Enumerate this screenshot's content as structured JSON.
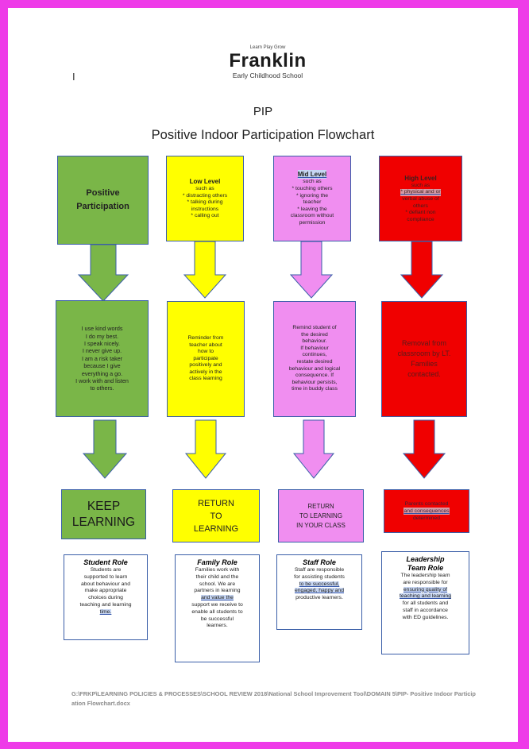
{
  "header": {
    "stray_mark": "I",
    "tagline": "Learn Play Grow",
    "logo_name": "Franklin",
    "logo_sub": "Early Childhood School",
    "acronym": "PIP",
    "title": "Positive Indoor Participation Flowchart"
  },
  "columns": [
    {
      "color": "#7ab648",
      "top": {
        "title": "Positive Participation",
        "lines": []
      },
      "middle": [
        "I use kind words",
        "I do my best.",
        "I speak nicely.",
        "I never give up.",
        "I am a risk taker",
        "because I give",
        "everything a go.",
        "I work with and listen",
        "to others."
      ],
      "outcome": [
        "KEEP",
        "LEARNING"
      ],
      "role": {
        "title": "Student Role",
        "lines": [
          "Students are",
          "supported to learn",
          "about behaviour and",
          "make appropriate",
          "choices during",
          "teaching and learning",
          "time."
        ]
      }
    },
    {
      "color": "#ffff00",
      "top": {
        "title": "Low Level",
        "lines": [
          "such as",
          "* distracting others",
          "* talking during",
          "instructions",
          "* calling out"
        ]
      },
      "middle": [
        "Reminder from",
        "teacher about",
        "how to",
        "participate",
        "positively and",
        "actively in the",
        "class learning"
      ],
      "outcome": [
        "RETURN",
        "TO",
        "LEARNING"
      ],
      "role": {
        "title": "Family Role",
        "lines": [
          "Families work with",
          "their child and the",
          "school.  We are",
          "partners in learning",
          "and value the",
          "support  we receive to",
          "enable all students to",
          "be successful",
          "learners."
        ]
      }
    },
    {
      "color": "#f08ef0",
      "top": {
        "title": "Mid Level",
        "lines": [
          "such as",
          "* touching others",
          "* ignoring the",
          "teacher",
          "* leaving the",
          "classroom without",
          "permission"
        ]
      },
      "middle": [
        "Remind student of",
        "the desired",
        "behaviour.",
        "If behaviour",
        "continues,",
        "restate desired",
        "behaviour and logical",
        "consequence. If",
        "behaviour persists,",
        "time in buddy class"
      ],
      "outcome": [
        "RETURN",
        "TO LEARNING",
        "IN YOUR CLASS"
      ],
      "role": {
        "title": "Staff Role",
        "lines": [
          "Staff are responsible",
          "for assisting  students",
          "to be successful,",
          "engaged, happy and",
          "productive learners."
        ]
      }
    },
    {
      "color": "#f00000",
      "top": {
        "title": "High Level",
        "lines": [
          "such as",
          "* physical and or",
          "verbal abuse of",
          "others",
          "* defiant non",
          "compliance"
        ]
      },
      "middle": [
        "Removal from",
        "classroom by LT.",
        "Families",
        "contacted."
      ],
      "outcome": [
        "Parents contacted",
        "and consequences",
        "determined"
      ],
      "role": {
        "title": "Leadership Team Role",
        "lines": [
          "The leadership team",
          "are responsible  for",
          "ensuring quality  of",
          "teaching and learning",
          "for all students and",
          "staff in accordance",
          "with ED guidelines."
        ]
      }
    }
  ],
  "footer": {
    "path": "G:\\FRKP\\LEARNING POLICIES & PROCESSES\\SCHOOL REVIEW 2018\\National School Improvement Tool\\DOMAIN 5\\PIP- Positive Indoor Participation Flowchart.docx"
  }
}
